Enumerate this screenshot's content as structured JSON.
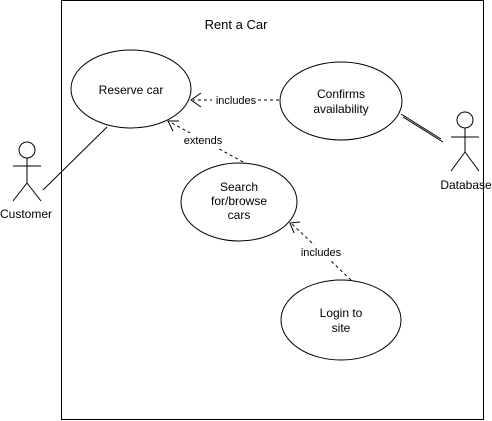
{
  "system": {
    "title": "Rent a Car"
  },
  "actors": {
    "customer": {
      "label": "Customer"
    },
    "database": {
      "label": "Database"
    }
  },
  "use_cases": {
    "reserve_car": {
      "lines": [
        "Reserve car"
      ]
    },
    "confirms_availability": {
      "lines": [
        "Confirms",
        "availability"
      ]
    },
    "search_browse": {
      "lines": [
        "Search",
        "for/browse",
        "cars"
      ]
    },
    "login": {
      "lines": [
        "Login to",
        "site"
      ]
    }
  },
  "relationships": {
    "includes_confirm": {
      "label": "includes"
    },
    "extends_search": {
      "label": "extends"
    },
    "includes_login": {
      "label": "includes"
    }
  },
  "colors": {
    "stroke": "#000000",
    "background": "#ffffff"
  }
}
